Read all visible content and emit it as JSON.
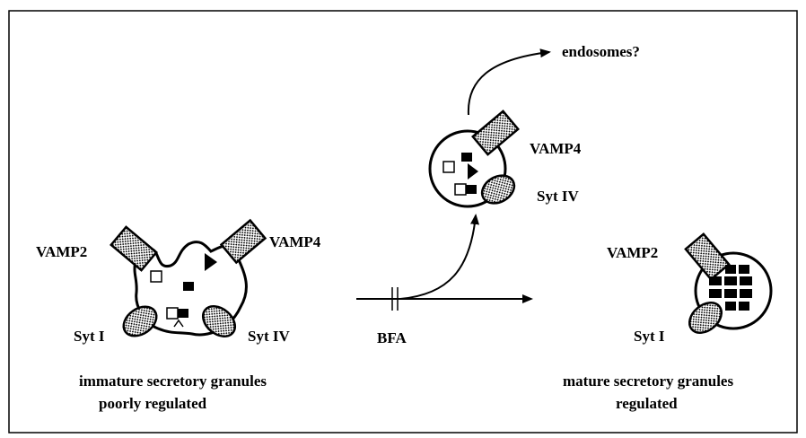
{
  "labels": {
    "endosomes": "endosomes?",
    "vamp4_top": "VAMP4",
    "sytiv_top": "Syt IV",
    "vamp2_left": "VAMP2",
    "vamp4_left": "VAMP4",
    "syti_left": "Syt I",
    "sytiv_left": "Syt IV",
    "bfa": "BFA",
    "vamp2_right": "VAMP2",
    "syti_right": "Syt I"
  },
  "captions": {
    "immature_line1": "immature secretory granules",
    "immature_line2": "poorly regulated",
    "mature_line1": "mature secretory granules",
    "mature_line2": "regulated"
  }
}
